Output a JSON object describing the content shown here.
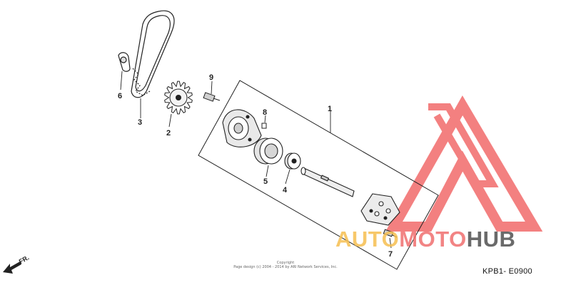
{
  "callouts": [
    {
      "id": "1",
      "label": "1"
    },
    {
      "id": "2",
      "label": "2"
    },
    {
      "id": "3",
      "label": "3"
    },
    {
      "id": "4",
      "label": "4"
    },
    {
      "id": "5",
      "label": "5"
    },
    {
      "id": "6",
      "label": "6"
    },
    {
      "id": "7",
      "label": "7"
    },
    {
      "id": "8",
      "label": "8"
    },
    {
      "id": "9",
      "label": "9"
    }
  ],
  "copyright": {
    "line1": "Copyright",
    "line2": "Page design (c) 2004 - 2014 by ARI Network Services, Inc."
  },
  "diagram_code": "KPB1- E0900",
  "direction_label": "FR.",
  "watermark": {
    "part1": "AUTO",
    "part2": "MOTO",
    "part3": "HUB",
    "colors": {
      "auto": "#f6be50",
      "moto": "#f06e6e",
      "hub": "#505050",
      "logo": "#f26b6b"
    }
  }
}
